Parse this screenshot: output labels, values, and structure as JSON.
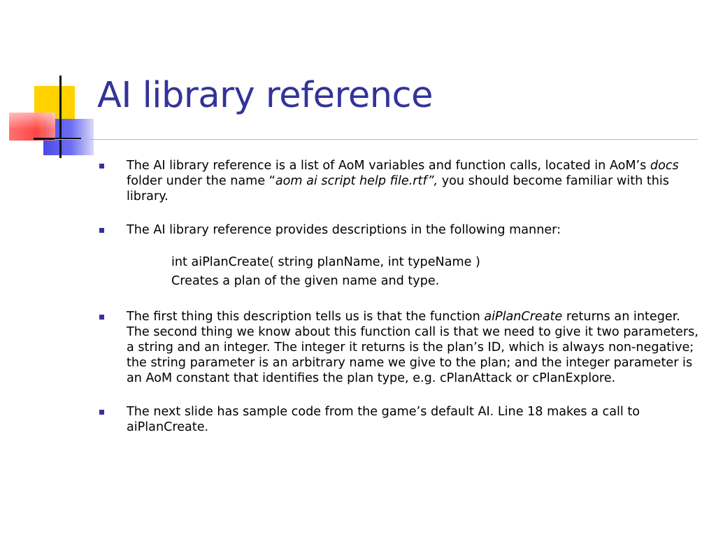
{
  "slide": {
    "title": "AI library reference",
    "bullets": [
      {
        "parts": [
          "The AI library reference is a list of AoM variables and function calls, located in AoM’s ",
          "docs",
          " folder under the name “",
          "aom ai script help file.rtf”,",
          " you should become familiar with this library."
        ]
      },
      {
        "text": "The AI library reference provides descriptions in the following manner:"
      },
      {
        "parts": [
          "The first thing this description tells us is that the function ",
          "aiPlanCreate",
          " returns an integer. The second thing we know about this function call is that we need to give it two parameters, a string and an integer. The integer it returns is the plan’s ID, which is always non-negative; the string parameter is an arbitrary name we give to the plan; and the integer parameter is an AoM constant that identifies the plan type, e.g. cPlanAttack or cPlanExplore."
        ]
      },
      {
        "text": "The next slide has sample code from the game’s default AI. Line 18 makes a call to aiPlanCreate."
      }
    ],
    "example": {
      "signature": "int aiPlanCreate( string planName, int typeName )",
      "description": "Creates a plan of the given name and type."
    }
  },
  "theme": {
    "title_color": "#333399",
    "bullet_color": "#333399",
    "accent_yellow": "#ffd200",
    "accent_blue": "#4b4be6",
    "accent_red": "#ff3b3b"
  }
}
